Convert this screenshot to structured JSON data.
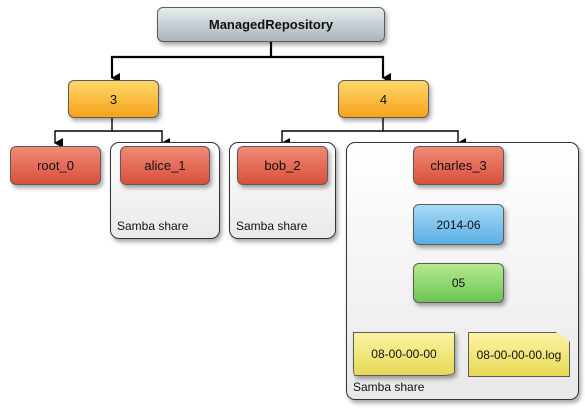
{
  "root": {
    "label": "ManagedRepository"
  },
  "level1": [
    {
      "id": "node_3",
      "label": "3"
    },
    {
      "id": "node_4",
      "label": "4"
    }
  ],
  "users": [
    {
      "id": "root_0",
      "label": "root_0"
    },
    {
      "id": "alice_1",
      "label": "alice_1"
    },
    {
      "id": "bob_2",
      "label": "bob_2"
    },
    {
      "id": "charles_3",
      "label": "charles_3"
    }
  ],
  "date_folder": {
    "label": "2014-06"
  },
  "day_folder": {
    "label": "05"
  },
  "files": [
    {
      "label": "08-00-00-00"
    },
    {
      "label": "08-00-00-00.log"
    }
  ],
  "groups": [
    {
      "label": "Samba share"
    },
    {
      "label": "Samba share"
    },
    {
      "label": "Samba share"
    }
  ],
  "colors": {
    "root": "#b8c3c9",
    "level1": "#f7a81e",
    "user": "#d9503c",
    "date": "#5aaee4",
    "day": "#6dc353",
    "file": "#e8d957"
  }
}
